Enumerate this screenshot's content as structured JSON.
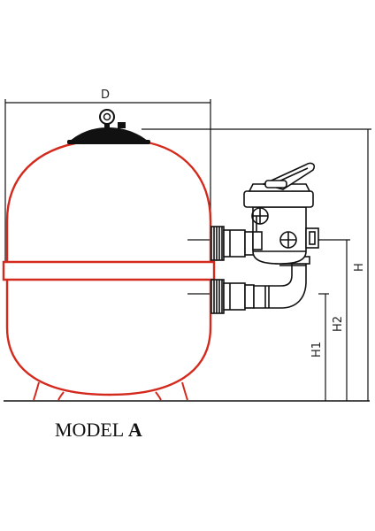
{
  "dimensions": {
    "width_label": "D",
    "height_label": "H",
    "h1_label": "H1",
    "h2_label": "H2"
  },
  "caption": {
    "prefix": "MODEL",
    "model": "A"
  },
  "colors": {
    "tank_outline": "#d42a1e",
    "line": "#111111"
  }
}
